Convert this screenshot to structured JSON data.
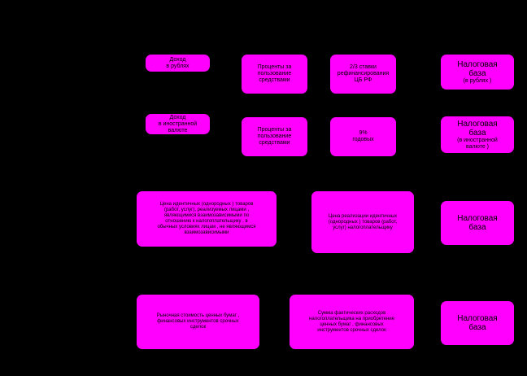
{
  "colors": {
    "background": "#000000",
    "box_fill": "#ff00ff",
    "text": "#000000"
  },
  "row1": {
    "income": [
      "Доход",
      "в рублях"
    ],
    "interest": [
      "Проценты за",
      "пользование",
      "средствами"
    ],
    "rate": [
      "2/3 ставки",
      "рефинансирования",
      "ЦБ РФ"
    ],
    "base": {
      "title": [
        "Налоговая",
        "база"
      ],
      "note": "(в рублях )"
    }
  },
  "row2": {
    "income": [
      "Доход",
      "в иностранной",
      "валюте"
    ],
    "interest": [
      "Проценты за",
      "пользование",
      "средствами"
    ],
    "rate": [
      "9%",
      "годовых"
    ],
    "base": {
      "title": [
        "Налоговая",
        "база"
      ],
      "note": [
        "(в иностранной",
        "валюте )"
      ]
    }
  },
  "row3": {
    "price": [
      "Цена идентичных  (однородных ) товаров",
      "(работ, услуг), реализуемых лицами ,",
      "являющимися взаимозависимыми по",
      "отношению к налогоплательщику ,  в",
      "обычных условиях лицам , не являющимся",
      "взаимозависимыми"
    ],
    "sale": [
      "Цена реализации идентичных",
      "(однородных ) товаров (работ,",
      "услуг) налогоплательщику"
    ],
    "base": {
      "title": [
        "Налоговая",
        "база"
      ]
    }
  },
  "row4": {
    "market": [
      "Рыночная стоимость  ценных бумаг ,",
      "финансовых инструментов срочных",
      "сделок"
    ],
    "costs": [
      "Сумма фактических расходов",
      "налогоплательщика на приобретение",
      "ценных бумаг , финансовых",
      "инструментов срочных сделок"
    ],
    "base": {
      "title": [
        "Налоговая",
        "база"
      ]
    }
  }
}
